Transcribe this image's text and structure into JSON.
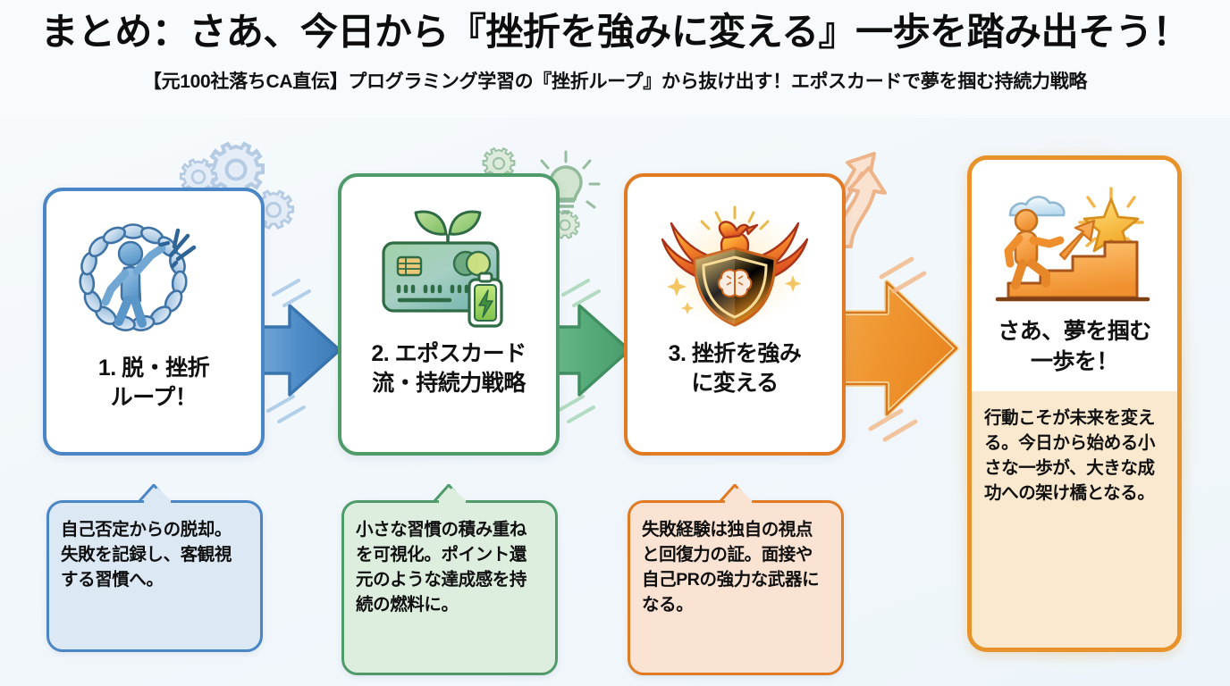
{
  "header": {
    "title": "まとめ：さあ、今日から『挫折を強みに変える』一歩を踏み出そう！",
    "subtitle": "【元100社落ちCA直伝】プログラミング学習の『挫折ループ』から抜け出す！エポスカードで夢を掴む持続力戦略"
  },
  "colors": {
    "background": "#f5fafc",
    "step1": "#4a86c5",
    "step1_fill": "#dce9f5",
    "step2": "#4f9b6a",
    "step2_fill": "#ddeedf",
    "step3": "#e07a23",
    "step3_fill": "#fae3d3",
    "final": "#e8922a",
    "final_fill": "#fae9cf",
    "text": "#101010"
  },
  "steps": [
    {
      "number": "1",
      "title": "1. 脱・挫折\nループ！",
      "title_line1": "1. 脱・挫折",
      "title_line2": "ループ！",
      "caption": "自己否定からの脱却。失敗を記録し、客観視する習慣へ。",
      "icon": "person-breaking-chain-icon",
      "accent": "#4a86c5"
    },
    {
      "number": "2",
      "title": "2. エポスカード\n流・持続力戦略",
      "title_line1": "2. エポスカード",
      "title_line2": "流・持続力戦略",
      "caption": "小さな習慣の積み重ねを可視化。ポイント還元のような達成感を持続の燃料に。",
      "icon": "credit-card-sprout-battery-icon",
      "accent": "#4f9b6a"
    },
    {
      "number": "3",
      "title": "3. 挫折を強み\nに変える",
      "title_line1": "3. 挫折を強み",
      "title_line2": "に変える",
      "caption": "失敗経験は独自の視点と回復力の証。面接や自己PRの強力な武器になる。",
      "icon": "phoenix-shield-brain-icon",
      "accent": "#e07a23"
    }
  ],
  "final": {
    "title_line1": "さあ、夢を掴む",
    "title_line2": "一歩を！",
    "caption": "行動こそが未来を変える。今日から始める小さな一歩が、大きな成功への架け橋となる。",
    "icon": "person-climbing-stairs-star-icon",
    "accent": "#e8922a"
  },
  "connectors": [
    {
      "name": "arrow-step1-to-step2",
      "color": "#4a86c5"
    },
    {
      "name": "arrow-step2-to-step3",
      "color": "#5aab76"
    },
    {
      "name": "arrow-step3-to-final",
      "color": "#ef9330"
    }
  ],
  "decorations": [
    {
      "name": "gears-decoration",
      "color": "#b7cde4"
    },
    {
      "name": "lightbulb-gears-decoration",
      "color": "#a8c9ae"
    },
    {
      "name": "growth-arrows-decoration",
      "color": "#f4c5a4"
    }
  ]
}
